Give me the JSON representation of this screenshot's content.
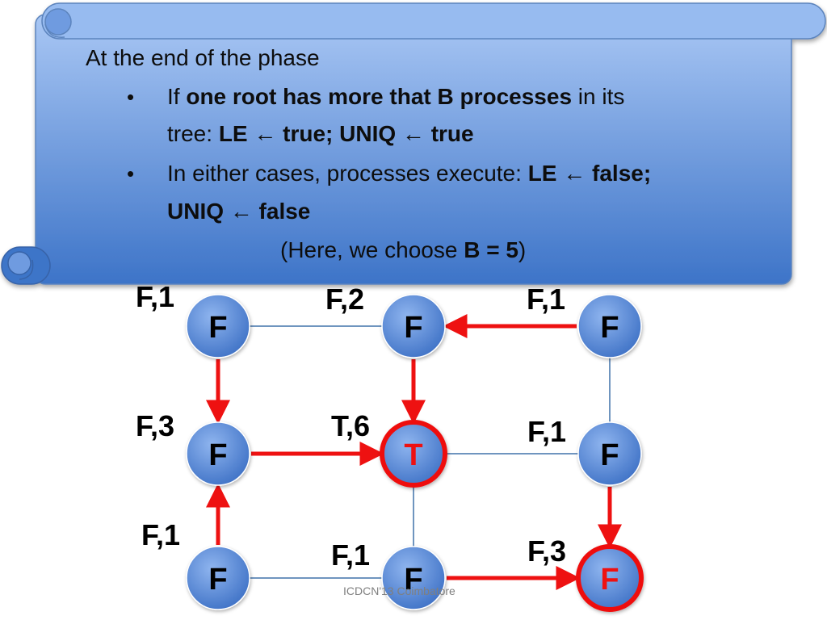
{
  "slide": {
    "heading": "At the end of the phase",
    "bullet_symbol": "•",
    "bullet1": {
      "part1": "If ",
      "part2": "one root has more that B processes",
      "part3": " in its",
      "line2_part1": "tree: ",
      "line2_part2": "LE ← true; UNIQ  ← true"
    },
    "bullet2": {
      "part1": "In either cases, processes execute:  ",
      "part2": "LE ← false;",
      "line2": "UNIQ  ← false"
    },
    "note": {
      "part1": "(Here, we choose ",
      "part2": "B = 5",
      "part3": ")"
    }
  },
  "graph": {
    "nodes": [
      {
        "id": "n00",
        "label": "F",
        "annotation": "F,1",
        "highlighted": false
      },
      {
        "id": "n01",
        "label": "F",
        "annotation": "F,2",
        "highlighted": false
      },
      {
        "id": "n02",
        "label": "F",
        "annotation": "F,1",
        "highlighted": false
      },
      {
        "id": "n10",
        "label": "F",
        "annotation": "F,3",
        "highlighted": false
      },
      {
        "id": "n11",
        "label": "T",
        "annotation": "T,6",
        "highlighted": true
      },
      {
        "id": "n12",
        "label": "F",
        "annotation": "F,1",
        "highlighted": false
      },
      {
        "id": "n20",
        "label": "F",
        "annotation": "F,1",
        "highlighted": false
      },
      {
        "id": "n21",
        "label": "F",
        "annotation": "F,1",
        "highlighted": false
      },
      {
        "id": "n22",
        "label": "F",
        "annotation": "F,3",
        "highlighted": true
      }
    ],
    "edges": [
      {
        "from": "n00",
        "to": "n01",
        "directed": false
      },
      {
        "from": "n11",
        "to": "n12",
        "directed": false
      },
      {
        "from": "n02",
        "to": "n12",
        "directed": false
      },
      {
        "from": "n11",
        "to": "n21",
        "directed": false
      },
      {
        "from": "n20",
        "to": "n21",
        "directed": false
      },
      {
        "from": "n02",
        "to": "n01",
        "directed": true
      },
      {
        "from": "n00",
        "to": "n10",
        "directed": true
      },
      {
        "from": "n01",
        "to": "n11",
        "directed": true
      },
      {
        "from": "n10",
        "to": "n11",
        "directed": true
      },
      {
        "from": "n20",
        "to": "n10",
        "directed": true
      },
      {
        "from": "n12",
        "to": "n22",
        "directed": true
      },
      {
        "from": "n21",
        "to": "n22",
        "directed": true
      }
    ],
    "colors": {
      "node_fill": "#4a7fd0",
      "arrow": "#ee1111",
      "plain_edge": "#6f95bf",
      "highlight_text": "#ee1111",
      "highlight_ring": "#ee1111"
    }
  },
  "footer": "ICDCN'13 Coimbatore"
}
